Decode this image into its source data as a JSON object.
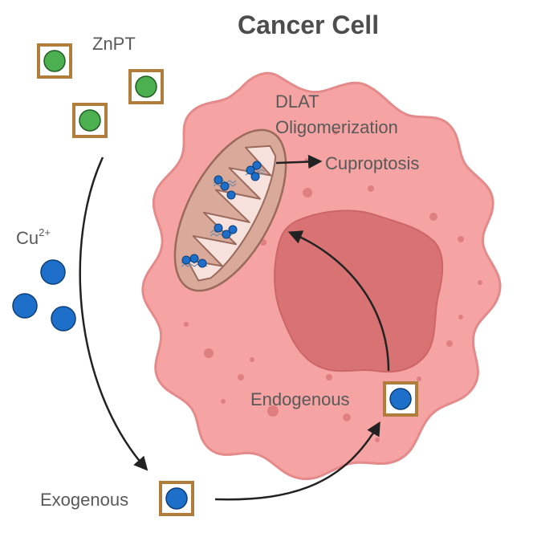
{
  "diagram": {
    "title": "Cancer Cell",
    "labels": {
      "znpt": "ZnPT",
      "cu_base": "Cu",
      "cu_sup": "2+",
      "dlat_line1": "DLAT",
      "dlat_line2": "Oligomerization",
      "cuproptosis": "Cuproptosis",
      "endogenous": "Endogenous",
      "exogenous": "Exogenous"
    },
    "colors": {
      "cell_fill": "#f5a3a3",
      "cell_stroke": "#e48a8a",
      "nucleus_fill": "#d97373",
      "mito_fill": "#d9a99a",
      "mito_inner": "#f7e1dc",
      "mito_stroke": "#9a6a5c",
      "square_border": "#b07d3a",
      "znpt_green": "#4caf50",
      "cu_blue": "#1e6fc9",
      "text_gray": "#595959",
      "arrow": "#222222"
    }
  }
}
